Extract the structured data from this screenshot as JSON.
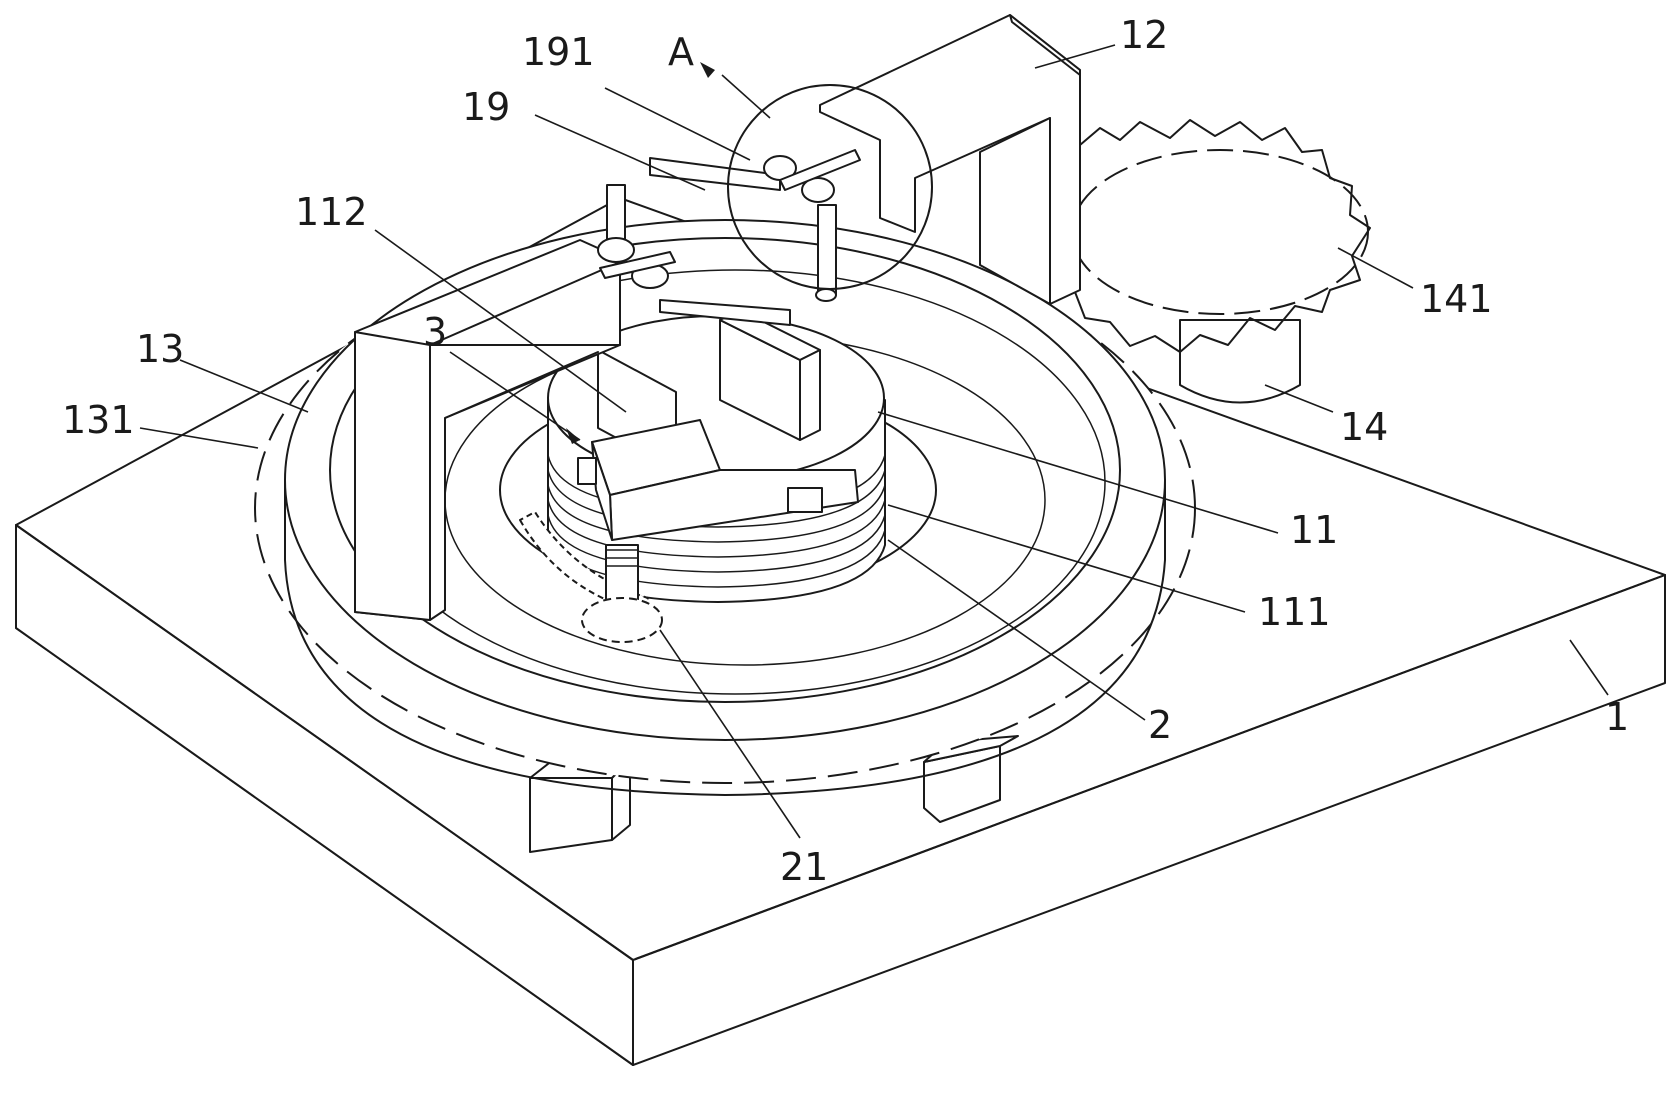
{
  "labels": {
    "l1": "1",
    "l2": "2",
    "l3": "3",
    "l11": "11",
    "l12": "12",
    "l13": "13",
    "l14": "14",
    "l19": "19",
    "l21": "21",
    "l111": "111",
    "l112": "112",
    "l131": "131",
    "l141": "141",
    "l191": "191",
    "lA": "A"
  }
}
